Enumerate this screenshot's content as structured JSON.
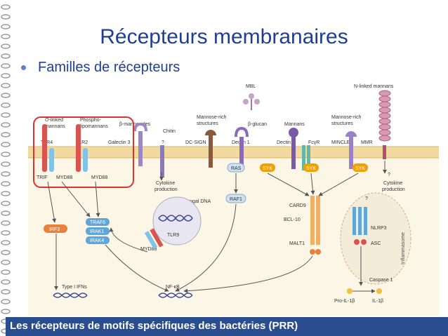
{
  "slide": {
    "title": "Récepteurs membranaires",
    "bullet": "Familles de récepteurs",
    "caption": "Les récepteurs de motifs spécifiques des bactéries (PRR)"
  },
  "diagram": {
    "ligands": {
      "o_linked_line1": "O-linked",
      "o_linked_line2": "mannans",
      "phospho_line1": "Phospho-",
      "phospho_line2": "lipomannans",
      "b_mannosides": "β-mannosides",
      "chitin": "Chitin",
      "mannose_rich_1_line1": "Mannose-rich",
      "mannose_rich_1_line2": "structures",
      "b_glucan": "β-glucan",
      "mannans": "Mannans",
      "mannose_rich_2_line1": "Mannose-rich",
      "mannose_rich_2_line2": "structures",
      "mbl": "MBL",
      "n_linked": "N-linked mannans",
      "fungal_dna": "Fungal DNA"
    },
    "receptors": {
      "tlr4": "TLR4",
      "tlr2": "TLR2",
      "galectin3": "Galectin 3",
      "unknown": "?",
      "dc_sign": "DC-SIGN",
      "dectin1": "Dectin 1",
      "dectin2": "Dectin 2",
      "fcr": "FcγR",
      "mincle": "MINCLE",
      "mmr": "MMR",
      "tlr9": "TLR9"
    },
    "adaptors": {
      "trif": "TRIF",
      "myd88_a": "MYD88",
      "myd88_b": "MYD88",
      "myd88_c": "MYD88",
      "irf3": "IRF3",
      "traf6": "TRAF6",
      "irak1": "IRAK1",
      "irak4": "IRAK4",
      "ras": "RAS",
      "raf1": "RAF1",
      "syk1": "SYK",
      "syk2": "SYK",
      "syk3": "SYK",
      "card9": "CARD9",
      "bcl10": "BCL-10",
      "malt1": "MALT1",
      "nlrp3": "NLRP3",
      "asc": "ASC",
      "caspase1": "Caspase 1",
      "inflammasome": "Inflammasome",
      "q_mark": "?",
      "q_mark_mmr": "?"
    },
    "outputs": {
      "cytokine_1_line1": "Cytokine",
      "cytokine_1_line2": "production",
      "cytokine_2_line1": "Cytokine",
      "cytokine_2_line2": "production",
      "type1_ifns": "Type I IFNs",
      "nfkb": "NF-κB",
      "pro_il1b": "Pro-IL-1β",
      "il1b": "IL-1β"
    },
    "colors": {
      "title": "#1f3f93",
      "caption_bg": "#2a4d8f",
      "highlight_box": "#e03030",
      "membrane": "#f2d9a0",
      "cytoplasm": "#fbf6e6",
      "irf3": "#e8813a",
      "traf_irak": "#5fa7d8",
      "syk": "#f2a000",
      "card9": "#f0b060"
    }
  }
}
